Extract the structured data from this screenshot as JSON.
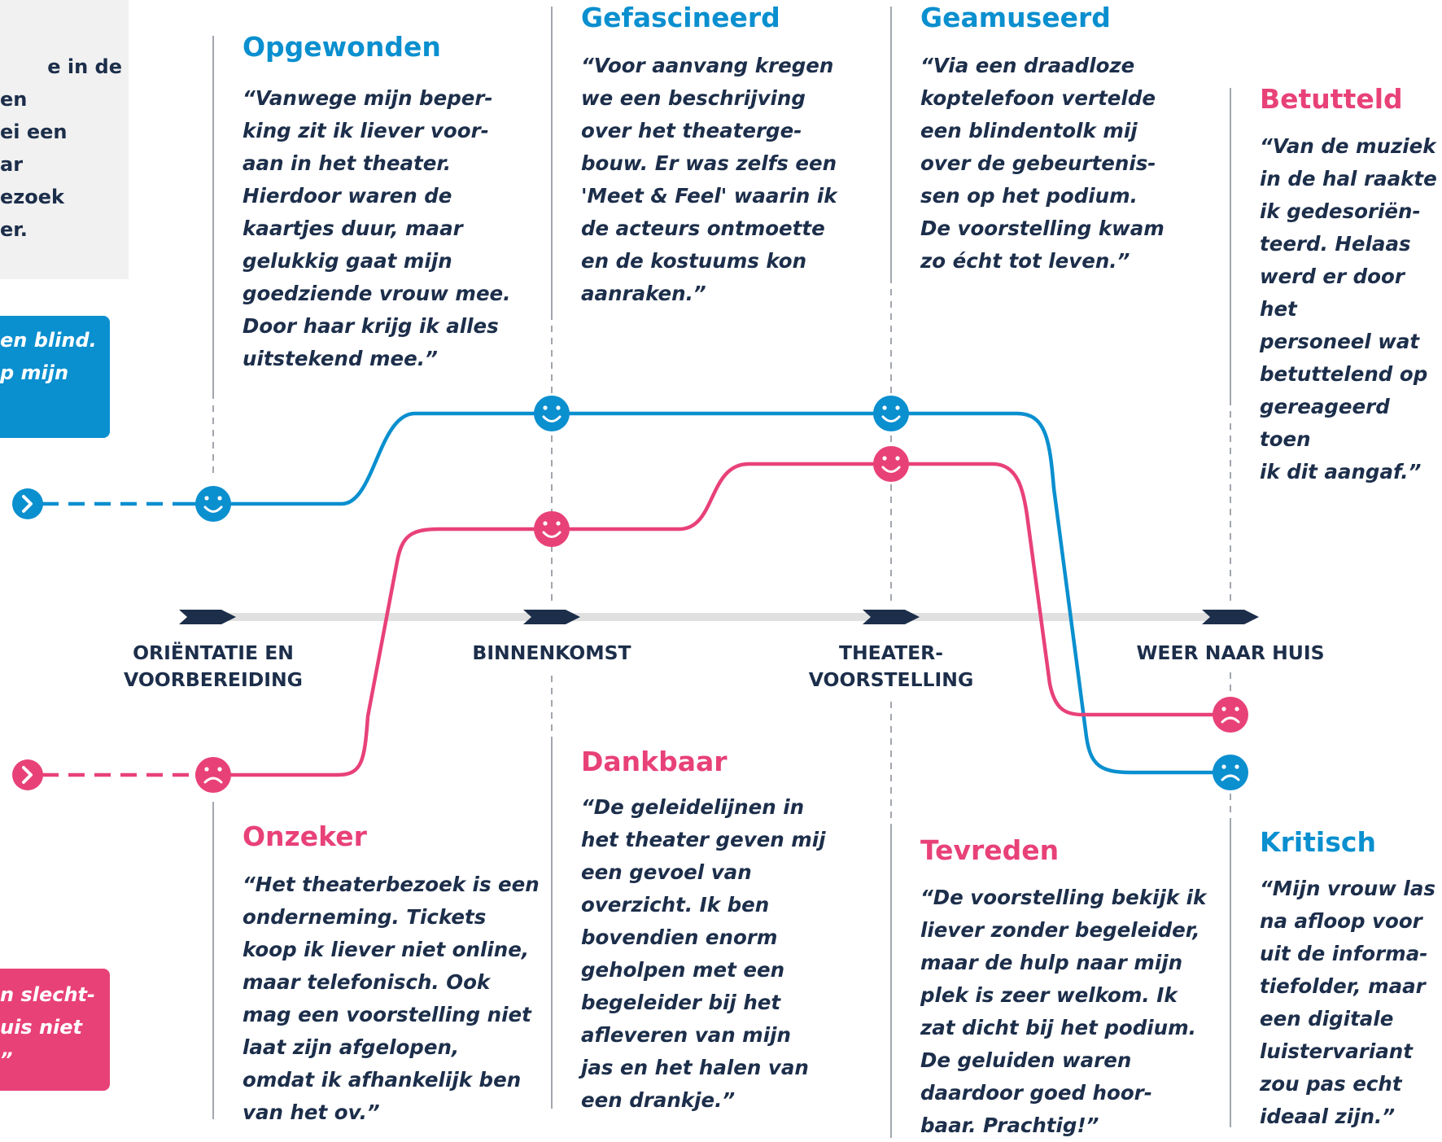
{
  "intro": {
    "profile_lines": [
      "e in de",
      "en",
      "ei een",
      "ar",
      "ezoek",
      "er."
    ],
    "blue_persona_lines": [
      "en blind.",
      "p mijn"
    ],
    "pink_persona_lines": [
      "n slecht-",
      "uis niet",
      "”"
    ]
  },
  "stages": [
    "ORIËNTATIE EN\nVOORBEREIDING",
    "BINNENKOMST",
    "THEATER-\nVOORSTELLING",
    "WEER NAAR HUIS"
  ],
  "blue_persona": {
    "color": "#0a8fcf",
    "moments": [
      {
        "title": "Opgewonden",
        "quote": "“Vanwege mijn beper-\nking zit ik liever voor-\naan in het theater.\nHierdoor waren de\nkaartjes duur, maar\ngelukkig gaat mijn\ngoedziende vrouw mee.\nDoor haar krijg ik alles\nuitstekend mee.”",
        "mood": "happy"
      },
      {
        "title": "Gefascineerd",
        "quote": "“Voor aanvang kregen\nwe een beschrijving\nover het theaterge-\nbouw. Er was zelfs een\n'Meet & Feel' waarin ik\nde acteurs ontmoette\nen de kostuums kon\naanraken.”",
        "mood": "happy"
      },
      {
        "title": "Geamuseerd",
        "quote": "“Via een draadloze\nkoptelefoon vertelde\neen blindentolk mij\nover de gebeurtenis-\nsen op het podium.\nDe voorstelling kwam\nzo écht tot leven.”",
        "mood": "happy"
      },
      {
        "title": "Kritisch",
        "quote": "“Mijn vrouw las\nna afloop voor\nuit de informa-\ntiefolder, maar\neen digitale\nluistervariant\nzou pas echt\nideaal zijn.”",
        "mood": "sad"
      }
    ]
  },
  "pink_persona": {
    "color": "#e84178",
    "moments": [
      {
        "title": "Onzeker",
        "quote": "“Het theaterbezoek is een\nonderneming. Tickets\nkoop ik liever niet online,\nmaar telefonisch. Ook\nmag een voorstelling niet\nlaat zijn afgelopen,\nomdat ik afhankelijk ben\nvan het ov.”",
        "mood": "sad"
      },
      {
        "title": "Dankbaar",
        "quote": "“De geleidelijnen in\nhet theater geven mij\neen gevoel van\noverzicht. Ik ben\nbovendien enorm\ngeholpen met een\nbegeleider bij het\nafleveren van mijn\njas en het halen van\neen drankje.”",
        "mood": "happy"
      },
      {
        "title": "Tevreden",
        "quote": "“De voorstelling bekijk ik\nliever zonder begeleider,\nmaar de hulp naar mijn\nplek is zeer welkom. Ik\nzat dicht bij het podium.\nDe geluiden waren\ndaardoor goed hoor-\nbaar. Prachtig!”",
        "mood": "happy"
      },
      {
        "title": "Betutteld",
        "quote": "“Van de muziek\nin de hal raakte\nik gedesoriën-\nteerd. Helaas\nwerd er door het\npersoneel wat\nbetuttelend op\ngereageerd toen\nik dit aangaf.”",
        "mood": "sad"
      }
    ]
  },
  "colors": {
    "navy": "#1c2e4a",
    "blue": "#0a8fcf",
    "pink": "#e84178",
    "axis": "#e0e0e0"
  }
}
